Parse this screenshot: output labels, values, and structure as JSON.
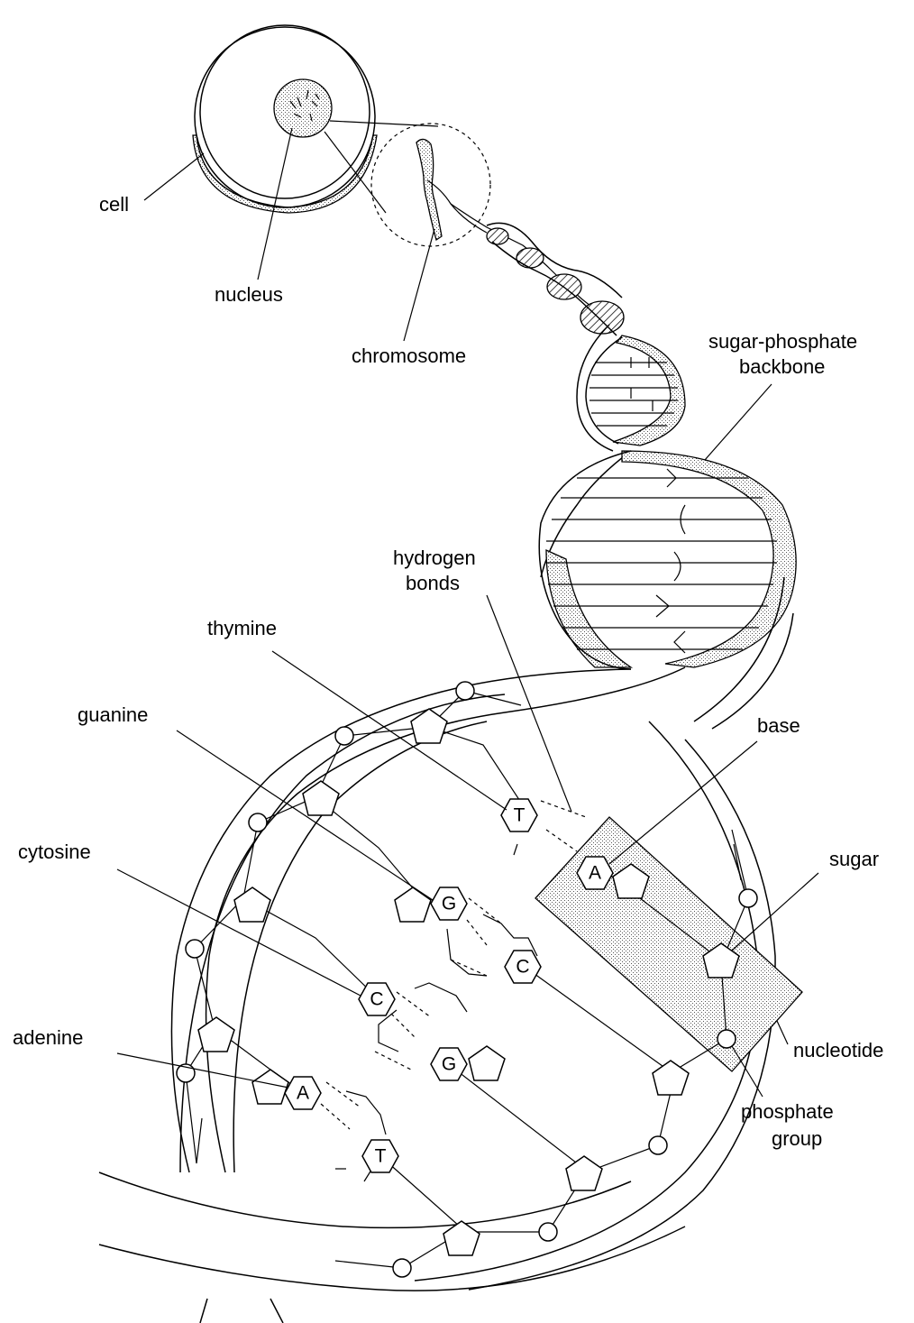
{
  "labels": {
    "cell": "cell",
    "nucleus": "nucleus",
    "chromosome": "chromosome",
    "backbone_line1": "sugar-phosphate",
    "backbone_line2": "backbone",
    "hbonds_line1": "hydrogen",
    "hbonds_line2": "bonds",
    "thymine": "thymine",
    "guanine": "guanine",
    "cytosine": "cytosine",
    "adenine": "adenine",
    "base": "base",
    "sugar": "sugar",
    "nucleotide": "nucleotide",
    "phosphate_line1": "phosphate",
    "phosphate_line2": "group"
  },
  "base_pairs": [
    {
      "left": "T",
      "right": "A"
    },
    {
      "left": "G",
      "right": "C"
    },
    {
      "left": "C",
      "right": "G"
    },
    {
      "left": "A",
      "right": "T"
    }
  ]
}
